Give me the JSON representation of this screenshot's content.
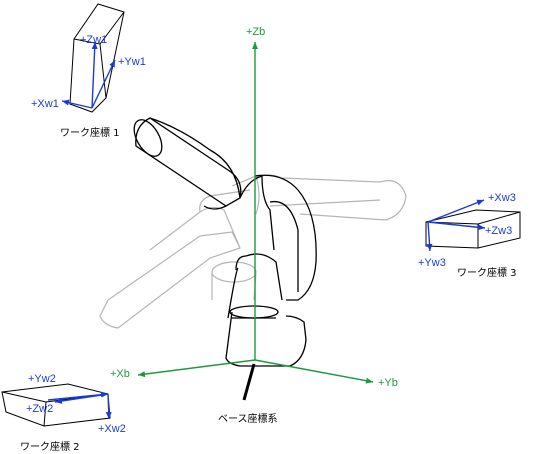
{
  "colors": {
    "base_axes": "#1e9a3c",
    "work_axes": "#1a3bd6",
    "robot_outline": "#000000",
    "ghost_outline": "#b5b5b5"
  },
  "base_frame": {
    "x_label": "+Xb",
    "y_label": "+Yb",
    "z_label": "+Zb",
    "caption": "ベース座標系"
  },
  "work_frame_1": {
    "x_label": "+Xw1",
    "y_label": "+Yw1",
    "z_label": "+Zw1",
    "caption": "ワーク座標 1"
  },
  "work_frame_2": {
    "x_label": "+Xw2",
    "y_label": "+Yw2",
    "z_label": "+Zw2",
    "caption": "ワーク座標 2"
  },
  "work_frame_3": {
    "x_label": "+Xw3",
    "y_label": "+Yw3",
    "z_label": "+Zw3",
    "caption": "ワーク座標 3"
  }
}
